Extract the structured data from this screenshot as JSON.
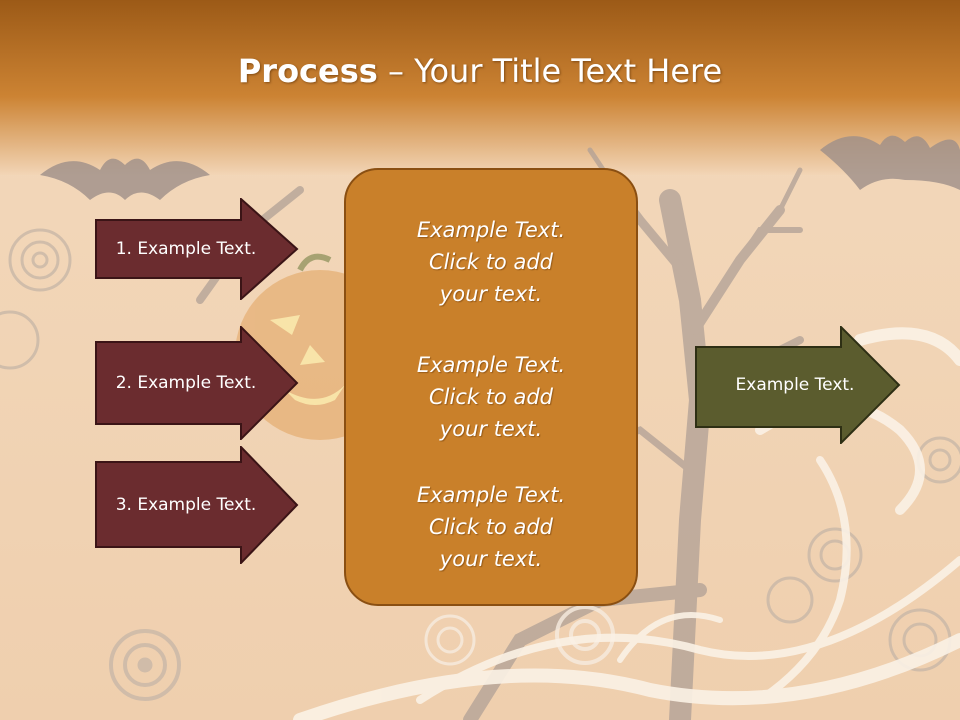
{
  "slide": {
    "title_bold": "Process",
    "title_rest": " – Your Title Text Here"
  },
  "inputs": [
    {
      "label": "1. Example Text."
    },
    {
      "label": "2. Example Text."
    },
    {
      "label": "3. Example Text."
    }
  ],
  "center": {
    "blocks": [
      {
        "lines": [
          "Example Text.",
          "Click  to add",
          "your text."
        ]
      },
      {
        "lines": [
          "Example Text.",
          "Click  to add",
          "your text."
        ]
      },
      {
        "lines": [
          "Example Text.",
          "Click  to add",
          "your text."
        ]
      }
    ]
  },
  "output": {
    "label": "Example Text."
  },
  "colors": {
    "header": "#c47a28",
    "background": "#f2d5b6",
    "input_arrow": "#6b2c2f",
    "center_box": "#c9802a",
    "output_arrow": "#5b5c2e"
  }
}
